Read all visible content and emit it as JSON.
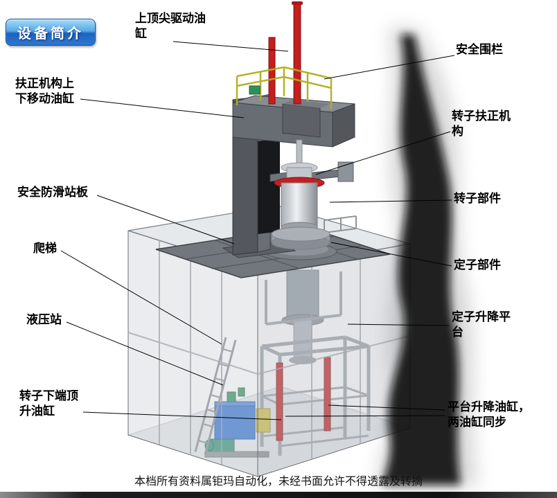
{
  "badge": {
    "label": "设备简介"
  },
  "labels": {
    "top_spindle_cylinder": "上顶尖驱动油缸",
    "safety_fence": "安全围栏",
    "righting_updown_cylinder": "扶正机构上下移动油缸",
    "rotor_righting_mechanism": "转子扶正机构",
    "antislip_platform": "安全防滑站板",
    "rotor_part": "转子部件",
    "ladder": "爬梯",
    "stator_part": "定子部件",
    "hydraulic_station": "液压站",
    "stator_lift_platform": "定子升降平台",
    "rotor_bottom_jack_cylinder": "转子下端顶升油缸",
    "platform_lift_cylinders": "平台升降油缸，两油缸同步"
  },
  "footer": {
    "text": "本档所有资料属钜玛自动化，未经书面允许不得透露及转摘"
  },
  "colors": {
    "cylinder_red": "#c41e1e",
    "railing_yellow": "#b2ae1e",
    "hydraulic_blue": "#2e6fd0",
    "badge_blue": "#1b62c0"
  }
}
